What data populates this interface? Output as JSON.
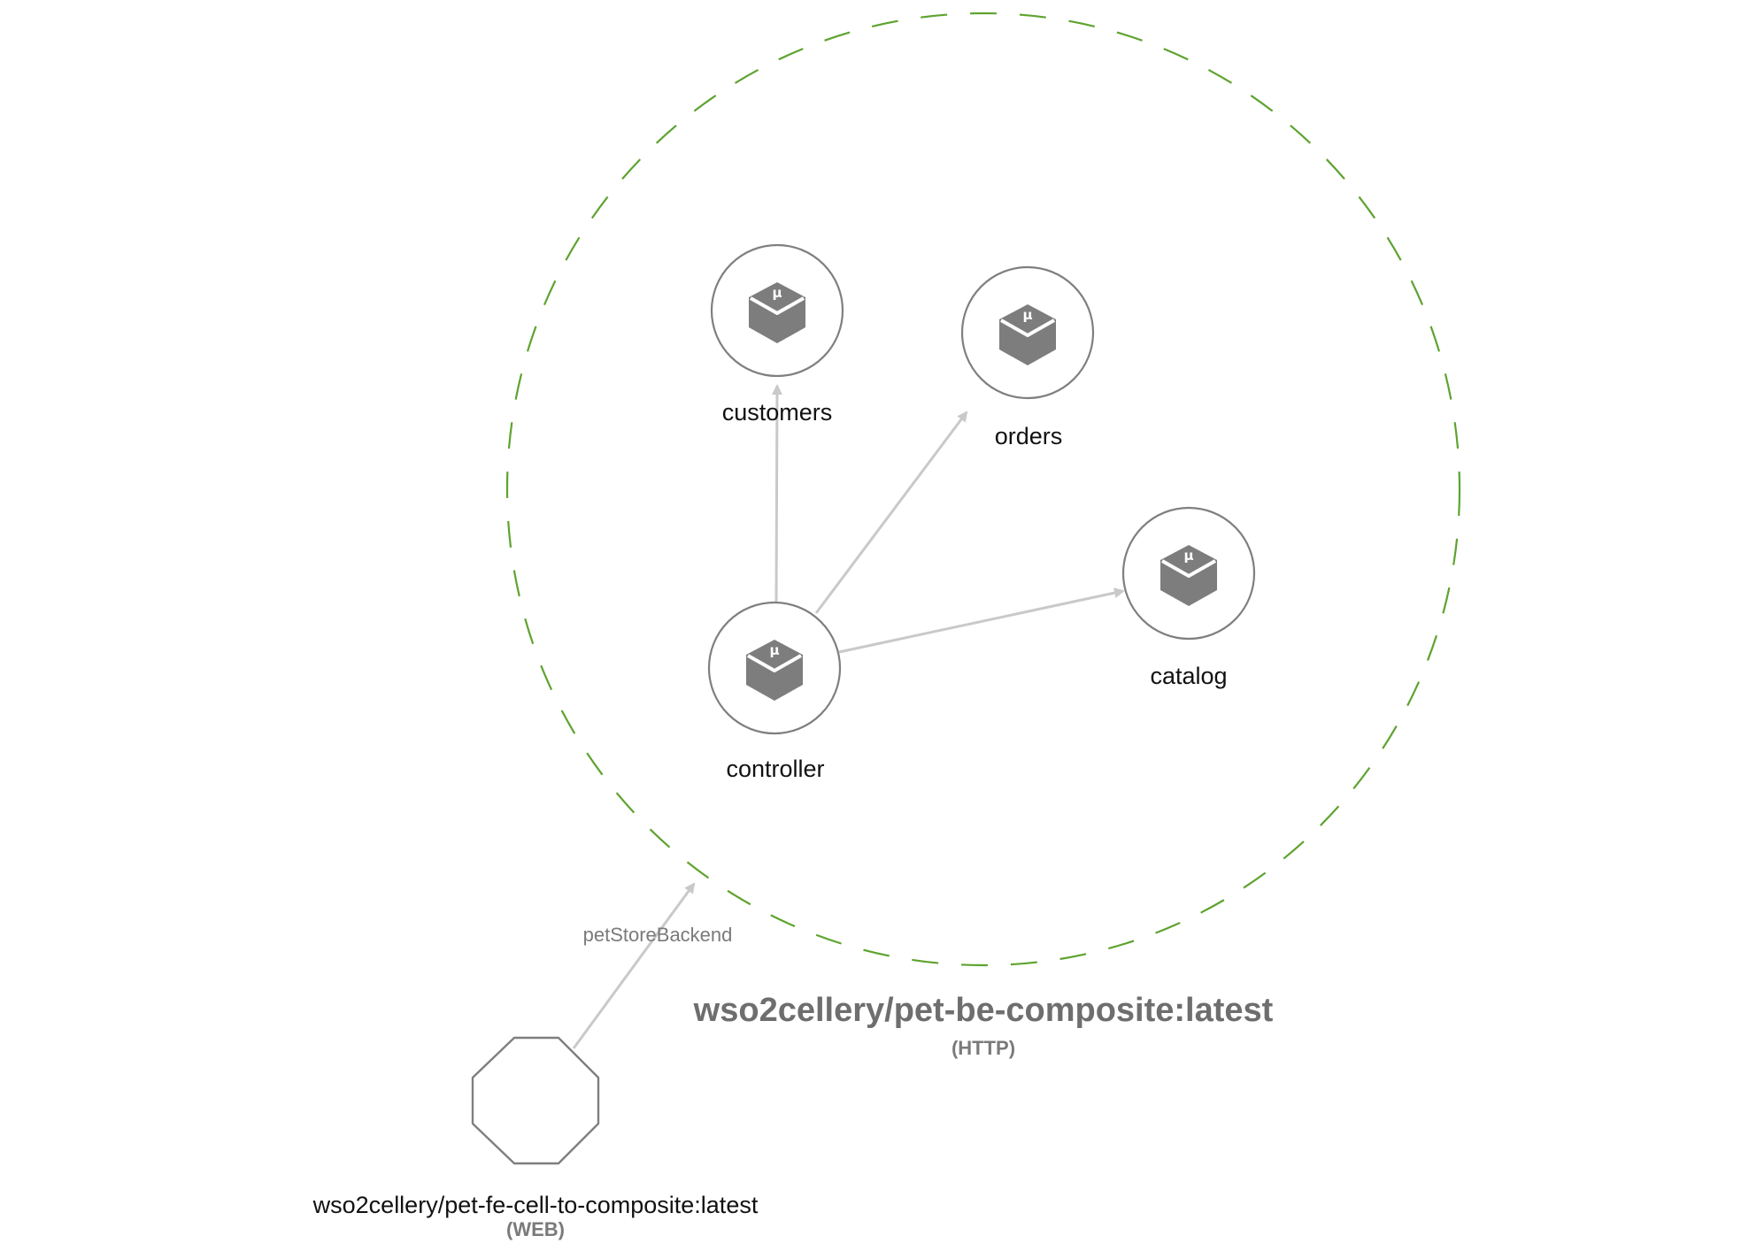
{
  "colors": {
    "boundary": "#5ea32f",
    "node_stroke": "#7f7f7f",
    "icon_fill": "#7d7d7d",
    "edge": "#c9c9c9"
  },
  "composite": {
    "name": "wso2cellery/pet-be-composite:latest",
    "protocol": "(HTTP)"
  },
  "components": [
    {
      "id": "customers",
      "label": "customers",
      "icon": "microservice-cube-icon",
      "icon_text": "μ"
    },
    {
      "id": "orders",
      "label": "orders",
      "icon": "microservice-cube-icon",
      "icon_text": "μ"
    },
    {
      "id": "catalog",
      "label": "catalog",
      "icon": "microservice-cube-icon",
      "icon_text": "μ"
    },
    {
      "id": "controller",
      "label": "controller",
      "icon": "microservice-cube-icon",
      "icon_text": "μ"
    }
  ],
  "external_cell": {
    "name": "wso2cellery/pet-fe-cell-to-composite:latest",
    "protocol": "(WEB)",
    "shape": "octagon"
  },
  "edges": [
    {
      "from": "controller",
      "to": "customers",
      "label": ""
    },
    {
      "from": "controller",
      "to": "orders",
      "label": ""
    },
    {
      "from": "controller",
      "to": "catalog",
      "label": ""
    },
    {
      "from": "external",
      "to": "composite",
      "label": "petStoreBackend"
    }
  ]
}
